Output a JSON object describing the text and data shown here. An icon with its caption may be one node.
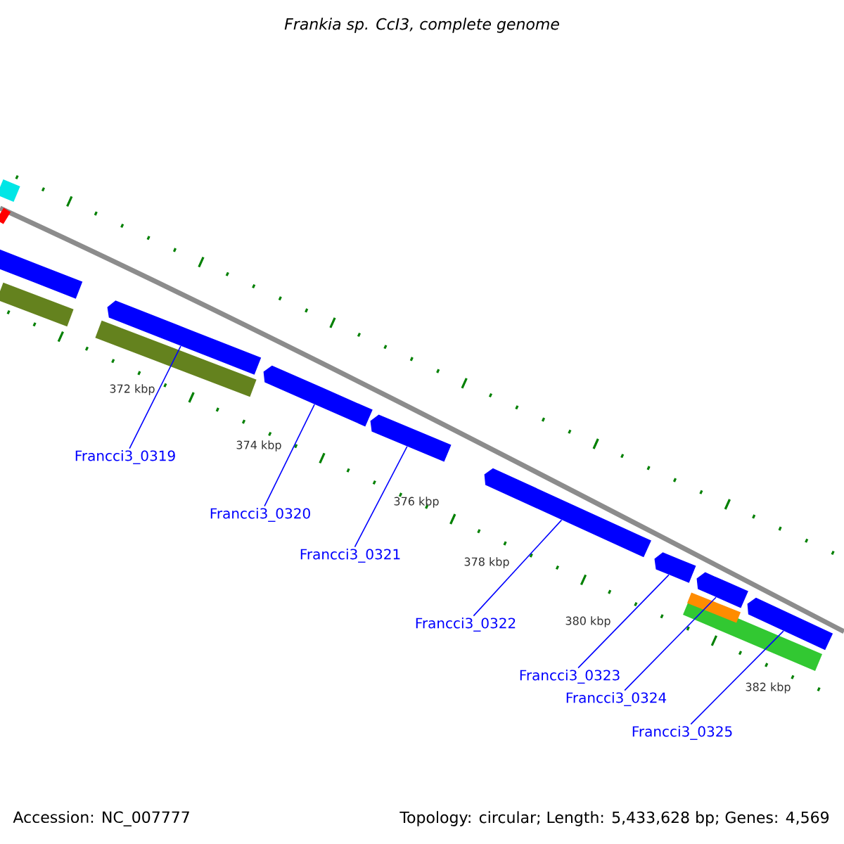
{
  "diagram": {
    "title": "Frankia sp. CcI3, complete genome",
    "nodes": [
      {
        "text": [
          "Francci3_0319"
        ]
      },
      {
        "text": [
          "Francci3_0320"
        ]
      },
      {
        "text": [
          "Francci3_0321"
        ]
      },
      {
        "text": [
          "Francci3_0322"
        ]
      },
      {
        "text": [
          "Francci3_0323"
        ]
      },
      {
        "text": [
          "Francci3_0324"
        ]
      },
      {
        "text": [
          "Francci3_0325"
        ]
      },
      {
        "text": [],
        "shape": "bar"
      },
      {
        "text": [],
        "shape": "bar"
      },
      {
        "text": [],
        "shape": "bar"
      },
      {
        "text": [],
        "shape": "bar"
      },
      {
        "text": [],
        "shape": "bar"
      },
      {
        "text": [],
        "shape": "bar"
      },
      {
        "text": [],
        "shape": "bar"
      },
      {
        "text": [],
        "shape": "bar"
      }
    ],
    "edges": [
      {
        "from": 0,
        "to": 8,
        "arrow": "none"
      },
      {
        "from": 1,
        "to": 9,
        "arrow": "none"
      },
      {
        "from": 2,
        "to": 10,
        "arrow": "none"
      },
      {
        "from": 3,
        "to": 11,
        "arrow": "none"
      },
      {
        "from": 4,
        "to": 12,
        "arrow": "none"
      },
      {
        "from": 5,
        "to": 13,
        "arrow": "none"
      },
      {
        "from": 6,
        "to": 14,
        "arrow": "none"
      }
    ],
    "labels": [
      "372 kbp",
      "374 kbp",
      "376 kbp",
      "378 kbp",
      "380 kbp",
      "382 kbp",
      "Accession: NC_007777",
      "Topology: circular; Length: 5,433,628 bp; Genes: 4,569"
    ]
  }
}
